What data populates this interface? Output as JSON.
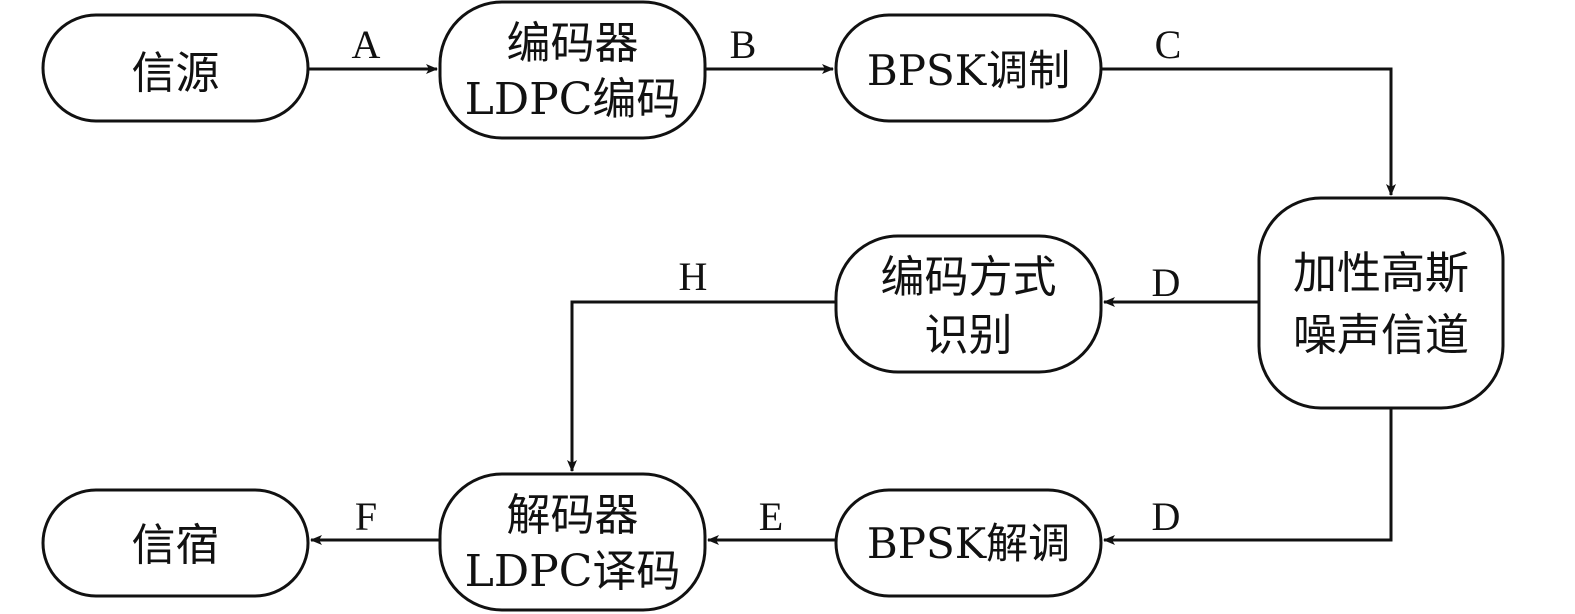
{
  "diagram": {
    "nodes": {
      "source": {
        "lines": [
          "信源"
        ]
      },
      "encoder": {
        "lines": [
          "编码器",
          "LDPC编码"
        ]
      },
      "bpsk_mod": {
        "lines": [
          "BPSK调制"
        ]
      },
      "channel": {
        "lines": [
          "加性高斯",
          "噪声信道"
        ]
      },
      "code_id": {
        "lines": [
          "编码方式",
          "识别"
        ]
      },
      "bpsk_demod": {
        "lines": [
          "BPSK解调"
        ]
      },
      "decoder": {
        "lines": [
          "解码器",
          "LDPC译码"
        ]
      },
      "sink": {
        "lines": [
          "信宿"
        ]
      }
    },
    "edges": {
      "a": "A",
      "b": "B",
      "c": "C",
      "d_upper": "D",
      "d_lower": "D",
      "e": "E",
      "f": "F",
      "h": "H"
    }
  }
}
